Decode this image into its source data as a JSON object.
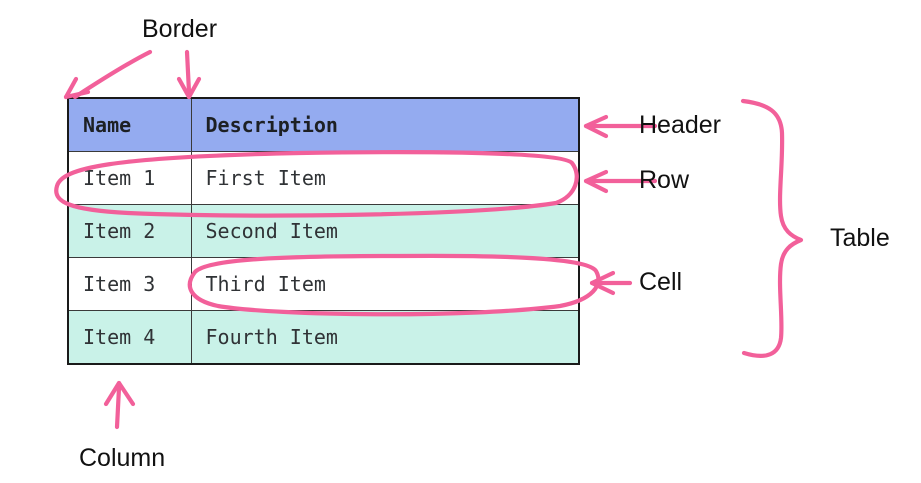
{
  "figure": {
    "type": "annotated-table-diagram",
    "background_color": "#ffffff",
    "annotation_color": "#f2609a",
    "text_color": "#111111"
  },
  "table": {
    "header_background": "#94abf0",
    "row_odd_background": "#ffffff",
    "row_even_background": "#c9f2e8",
    "border_color": "#1a1a1a",
    "columns": [
      {
        "key": "name",
        "label": "Name"
      },
      {
        "key": "description",
        "label": "Description"
      }
    ],
    "rows": [
      {
        "name": "Item 1",
        "description": "First Item"
      },
      {
        "name": "Item 2",
        "description": "Second Item"
      },
      {
        "name": "Item 3",
        "description": "Third Item"
      },
      {
        "name": "Item 4",
        "description": "Fourth Item"
      }
    ]
  },
  "annotations": {
    "border": {
      "label": "Border",
      "marker": "two-arrows-down"
    },
    "header": {
      "label": "Header",
      "marker": "left-arrow"
    },
    "row": {
      "label": "Row",
      "marker": "left-arrow-with-ellipse"
    },
    "cell": {
      "label": "Cell",
      "marker": "left-arrow-with-ellipse"
    },
    "table": {
      "label": "Table",
      "marker": "curly-brace"
    },
    "column": {
      "label": "Column",
      "marker": "up-arrow"
    }
  }
}
